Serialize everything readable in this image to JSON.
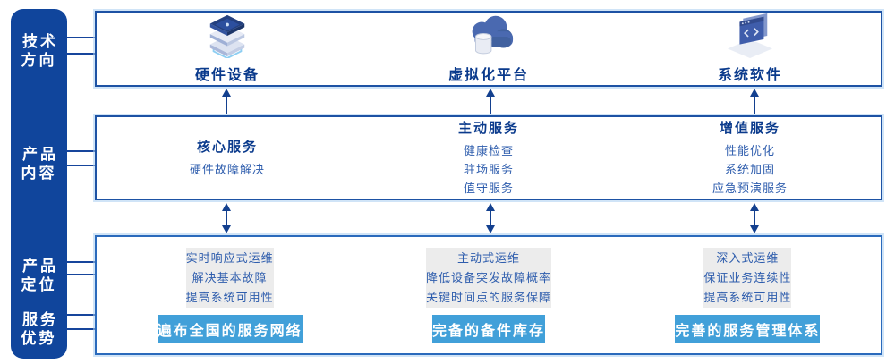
{
  "colors": {
    "sidebar_navy": "#10459c",
    "box_border_navy": "#1d52a4",
    "bottom_box_border": "#2a6abc",
    "heading_navy": "#0a3a8c",
    "body_blue": "#2e5dad",
    "panel_gray": "#ececec",
    "bar_light_blue": "#41a0d9",
    "arrow_navy": "#13408f"
  },
  "sidebar": {
    "labels": [
      {
        "text": "技术\n方向"
      },
      {
        "text": "产品\n内容"
      },
      {
        "text": "产品\n定位"
      },
      {
        "text": "服务\n优势"
      }
    ]
  },
  "tech_row": {
    "items": [
      {
        "icon": "server-stack-icon",
        "label": "硬件设备"
      },
      {
        "icon": "cloud-database-icon",
        "label": "虚拟化平台"
      },
      {
        "icon": "code-window-icon",
        "label": "系统软件"
      }
    ]
  },
  "content_row": {
    "columns": [
      {
        "heading": "核心服务",
        "items": [
          "硬件故障解决"
        ]
      },
      {
        "heading": "主动服务",
        "items": [
          "健康检查",
          "驻场服务",
          "值守服务"
        ]
      },
      {
        "heading": "增值服务",
        "items": [
          "性能优化",
          "系统加固",
          "应急预演服务"
        ]
      }
    ]
  },
  "positioning_row": {
    "columns": [
      {
        "lines": [
          "实时响应式运维",
          "解决基本故障",
          "提高系统可用性"
        ],
        "bar": "遍布全国的服务网络"
      },
      {
        "lines": [
          "主动式运维",
          "降低设备突发故障概率",
          "关键时间点的服务保障"
        ],
        "bar": "完备的备件库存"
      },
      {
        "lines": [
          "深入式运维",
          "保证业务连续性",
          "提高系统可用性"
        ],
        "bar": "完善的服务管理体系"
      }
    ]
  }
}
